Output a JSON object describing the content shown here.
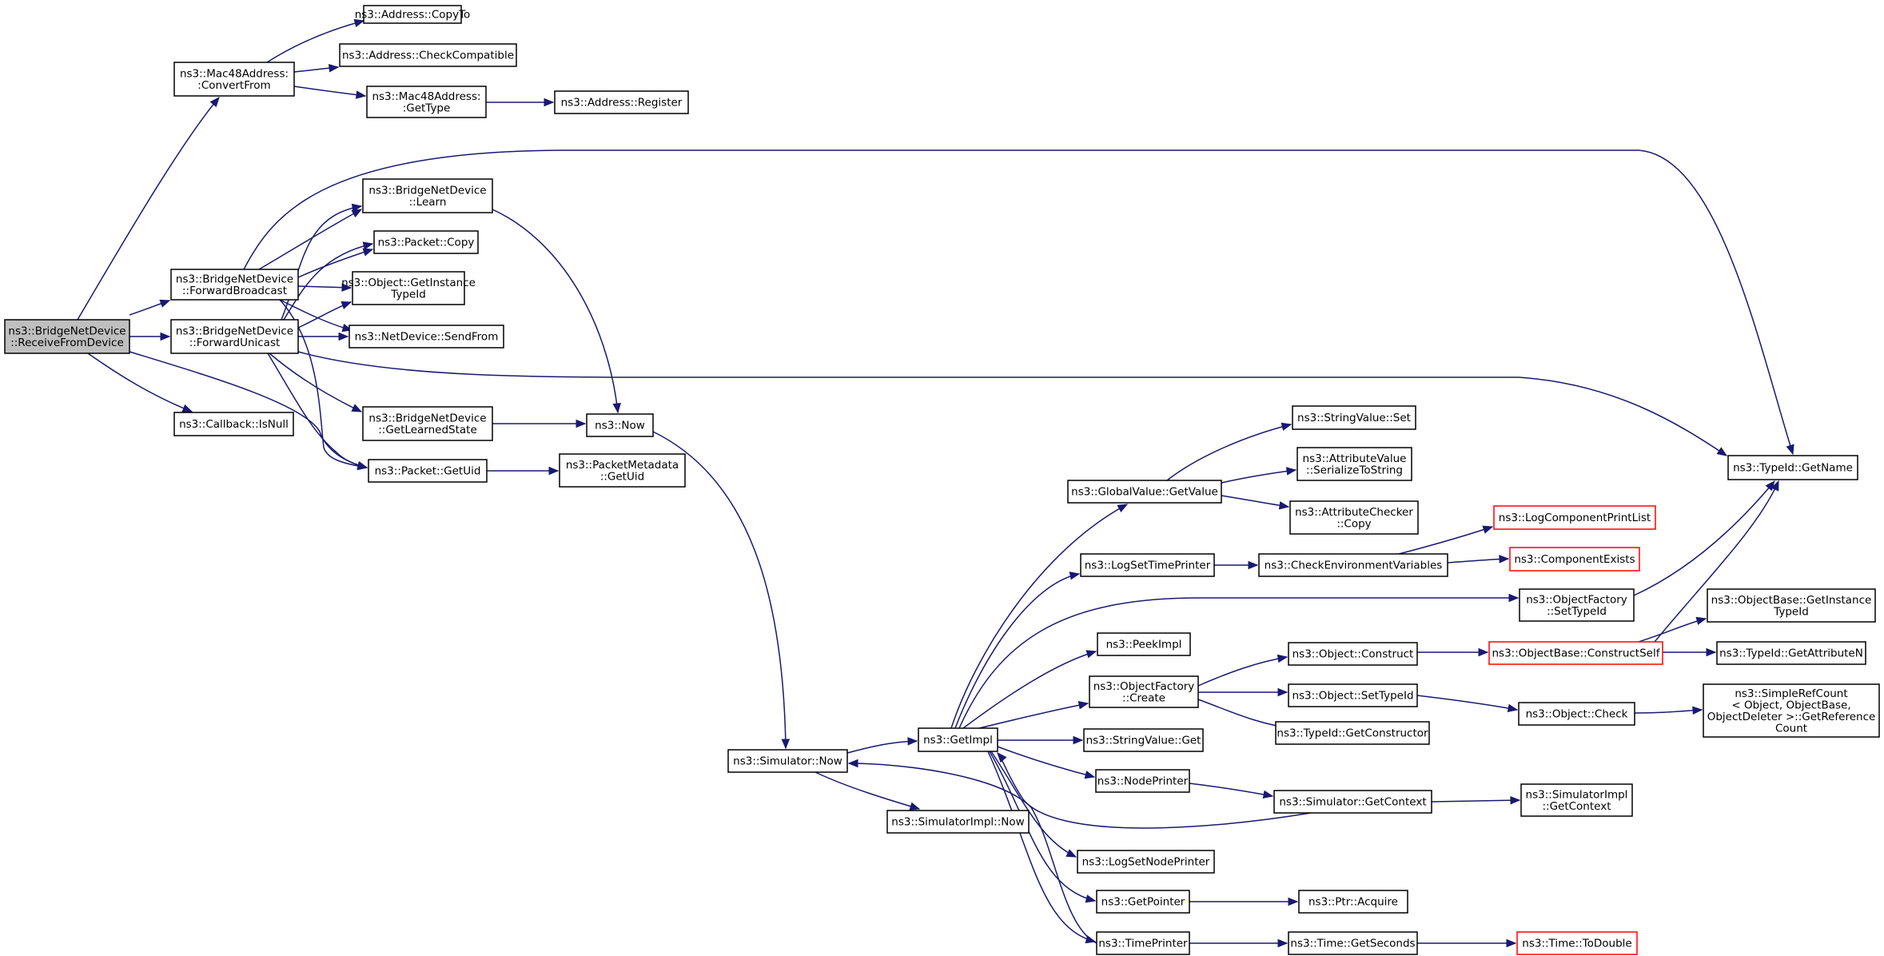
{
  "diagram": {
    "colors": {
      "edge": "#191970",
      "box_border": "#000000",
      "box_border_truncated": "#ff0000",
      "root_fill": "#bfbfbf",
      "background": "#ffffff"
    },
    "nodes": [
      {
        "id": "receive",
        "lines": [
          "ns3::BridgeNetDevice",
          "::ReceiveFromDevice"
        ],
        "root": true
      },
      {
        "id": "convertfrom",
        "lines": [
          "ns3::Mac48Address:",
          ":ConvertFrom"
        ]
      },
      {
        "id": "copyto",
        "lines": [
          "ns3::Address::CopyTo"
        ]
      },
      {
        "id": "checkcompat",
        "lines": [
          "ns3::Address::CheckCompatible"
        ]
      },
      {
        "id": "gettype",
        "lines": [
          "ns3::Mac48Address:",
          ":GetType"
        ]
      },
      {
        "id": "register",
        "lines": [
          "ns3::Address::Register"
        ]
      },
      {
        "id": "learn",
        "lines": [
          "ns3::BridgeNetDevice",
          "::Learn"
        ]
      },
      {
        "id": "fwdbcast",
        "lines": [
          "ns3::BridgeNetDevice",
          "::ForwardBroadcast"
        ]
      },
      {
        "id": "packetcopy",
        "lines": [
          "ns3::Packet::Copy"
        ]
      },
      {
        "id": "getinstance",
        "lines": [
          "ns3::Object::GetInstance",
          "TypeId"
        ]
      },
      {
        "id": "fwducast",
        "lines": [
          "ns3::BridgeNetDevice",
          "::ForwardUnicast"
        ]
      },
      {
        "id": "sendfrom",
        "lines": [
          "ns3::NetDevice::SendFrom"
        ]
      },
      {
        "id": "isnull",
        "lines": [
          "ns3::Callback::IsNull"
        ]
      },
      {
        "id": "learnedstate",
        "lines": [
          "ns3::BridgeNetDevice",
          "::GetLearnedState"
        ]
      },
      {
        "id": "now",
        "lines": [
          "ns3::Now"
        ]
      },
      {
        "id": "getuid",
        "lines": [
          "ns3::Packet::GetUid"
        ]
      },
      {
        "id": "metadata",
        "lines": [
          "ns3::PacketMetadata",
          "::GetUid"
        ]
      },
      {
        "id": "getname",
        "lines": [
          "ns3::TypeId::GetName"
        ]
      },
      {
        "id": "simnow",
        "lines": [
          "ns3::Simulator::Now"
        ]
      },
      {
        "id": "simimplnow",
        "lines": [
          "ns3::SimulatorImpl::Now"
        ]
      },
      {
        "id": "getimpl",
        "lines": [
          "ns3::GetImpl"
        ]
      },
      {
        "id": "globalvalue",
        "lines": [
          "ns3::GlobalValue::GetValue"
        ]
      },
      {
        "id": "stringset",
        "lines": [
          "ns3::StringValue::Set"
        ]
      },
      {
        "id": "serialize",
        "lines": [
          "ns3::AttributeValue",
          "::SerializeToString"
        ]
      },
      {
        "id": "attrcopy",
        "lines": [
          "ns3::AttributeChecker",
          "::Copy"
        ]
      },
      {
        "id": "logtimeprinter",
        "lines": [
          "ns3::LogSetTimePrinter"
        ]
      },
      {
        "id": "checkenv",
        "lines": [
          "ns3::CheckEnvironmentVariables"
        ]
      },
      {
        "id": "logcomplist",
        "lines": [
          "ns3::LogComponentPrintList"
        ],
        "red": true
      },
      {
        "id": "compexists",
        "lines": [
          "ns3::ComponentExists"
        ],
        "red": true
      },
      {
        "id": "settypeid_factory",
        "lines": [
          "ns3::ObjectFactory",
          "::SetTypeId"
        ]
      },
      {
        "id": "peekimpl",
        "lines": [
          "ns3::PeekImpl"
        ]
      },
      {
        "id": "objconstruct",
        "lines": [
          "ns3::Object::Construct"
        ]
      },
      {
        "id": "constructself",
        "lines": [
          "ns3::ObjectBase::ConstructSelf"
        ],
        "red": true
      },
      {
        "id": "obase_instance",
        "lines": [
          "ns3::ObjectBase::GetInstance",
          "TypeId"
        ]
      },
      {
        "id": "getattrn",
        "lines": [
          "ns3::TypeId::GetAttributeN"
        ]
      },
      {
        "id": "factorycreate",
        "lines": [
          "ns3::ObjectFactory",
          "::Create"
        ]
      },
      {
        "id": "objsettypeid",
        "lines": [
          "ns3::Object::SetTypeId"
        ]
      },
      {
        "id": "objcheck",
        "lines": [
          "ns3::Object::Check"
        ]
      },
      {
        "id": "simplerefcount",
        "lines": [
          "ns3::SimpleRefCount",
          "< Object, ObjectBase,",
          "ObjectDeleter >::GetReference",
          "Count"
        ]
      },
      {
        "id": "getconstructor",
        "lines": [
          "ns3::TypeId::GetConstructor"
        ]
      },
      {
        "id": "stringget",
        "lines": [
          "ns3::StringValue::Get"
        ]
      },
      {
        "id": "nodeprinter",
        "lines": [
          "ns3::NodePrinter"
        ]
      },
      {
        "id": "getcontext",
        "lines": [
          "ns3::Simulator::GetContext"
        ]
      },
      {
        "id": "implgetcontext",
        "lines": [
          "ns3::SimulatorImpl",
          "::GetContext"
        ]
      },
      {
        "id": "lognodeprinter",
        "lines": [
          "ns3::LogSetNodePrinter"
        ]
      },
      {
        "id": "getpointer",
        "lines": [
          "ns3::GetPointer"
        ]
      },
      {
        "id": "ptracquire",
        "lines": [
          "ns3::Ptr::Acquire"
        ]
      },
      {
        "id": "timeprinter",
        "lines": [
          "ns3::TimePrinter"
        ]
      },
      {
        "id": "getseconds",
        "lines": [
          "ns3::Time::GetSeconds"
        ]
      },
      {
        "id": "todouble",
        "lines": [
          "ns3::Time::ToDouble"
        ],
        "red": true
      }
    ],
    "edges": [
      [
        "receive",
        "convertfrom"
      ],
      [
        "receive",
        "fwdbcast"
      ],
      [
        "receive",
        "fwducast"
      ],
      [
        "receive",
        "isnull"
      ],
      [
        "receive",
        "getuid"
      ],
      [
        "convertfrom",
        "copyto"
      ],
      [
        "convertfrom",
        "checkcompat"
      ],
      [
        "convertfrom",
        "gettype"
      ],
      [
        "gettype",
        "register"
      ],
      [
        "fwdbcast",
        "learn"
      ],
      [
        "fwdbcast",
        "packetcopy"
      ],
      [
        "fwdbcast",
        "getinstance"
      ],
      [
        "fwdbcast",
        "sendfrom"
      ],
      [
        "fwdbcast",
        "getuid"
      ],
      [
        "fwdbcast",
        "getname"
      ],
      [
        "fwducast",
        "learn"
      ],
      [
        "fwducast",
        "packetcopy"
      ],
      [
        "fwducast",
        "getinstance"
      ],
      [
        "fwducast",
        "sendfrom"
      ],
      [
        "fwducast",
        "learnedstate"
      ],
      [
        "fwducast",
        "getuid"
      ],
      [
        "fwducast",
        "getname"
      ],
      [
        "learn",
        "now"
      ],
      [
        "learnedstate",
        "now"
      ],
      [
        "getuid",
        "metadata"
      ],
      [
        "now",
        "simnow"
      ],
      [
        "simnow",
        "getimpl"
      ],
      [
        "simnow",
        "simimplnow"
      ],
      [
        "getimpl",
        "globalvalue"
      ],
      [
        "getimpl",
        "logtimeprinter"
      ],
      [
        "getimpl",
        "settypeid_factory"
      ],
      [
        "getimpl",
        "peekimpl"
      ],
      [
        "getimpl",
        "factorycreate"
      ],
      [
        "getimpl",
        "stringget"
      ],
      [
        "getimpl",
        "nodeprinter"
      ],
      [
        "getimpl",
        "lognodeprinter"
      ],
      [
        "getimpl",
        "getpointer"
      ],
      [
        "getimpl",
        "timeprinter"
      ],
      [
        "globalvalue",
        "stringset"
      ],
      [
        "globalvalue",
        "serialize"
      ],
      [
        "globalvalue",
        "attrcopy"
      ],
      [
        "logtimeprinter",
        "checkenv"
      ],
      [
        "checkenv",
        "logcomplist"
      ],
      [
        "checkenv",
        "compexists"
      ],
      [
        "settypeid_factory",
        "getname"
      ],
      [
        "factorycreate",
        "objconstruct"
      ],
      [
        "factorycreate",
        "objsettypeid"
      ],
      [
        "factorycreate",
        "getconstructor"
      ],
      [
        "objconstruct",
        "constructself"
      ],
      [
        "constructself",
        "obase_instance"
      ],
      [
        "constructself",
        "getattrn"
      ],
      [
        "constructself",
        "getname"
      ],
      [
        "objsettypeid",
        "objcheck"
      ],
      [
        "objcheck",
        "simplerefcount"
      ],
      [
        "nodeprinter",
        "getcontext"
      ],
      [
        "getcontext",
        "implgetcontext"
      ],
      [
        "getcontext",
        "getimpl"
      ],
      [
        "getpointer",
        "ptracquire"
      ],
      [
        "timeprinter",
        "getseconds"
      ],
      [
        "timeprinter",
        "simnow"
      ],
      [
        "getseconds",
        "todouble"
      ]
    ]
  }
}
